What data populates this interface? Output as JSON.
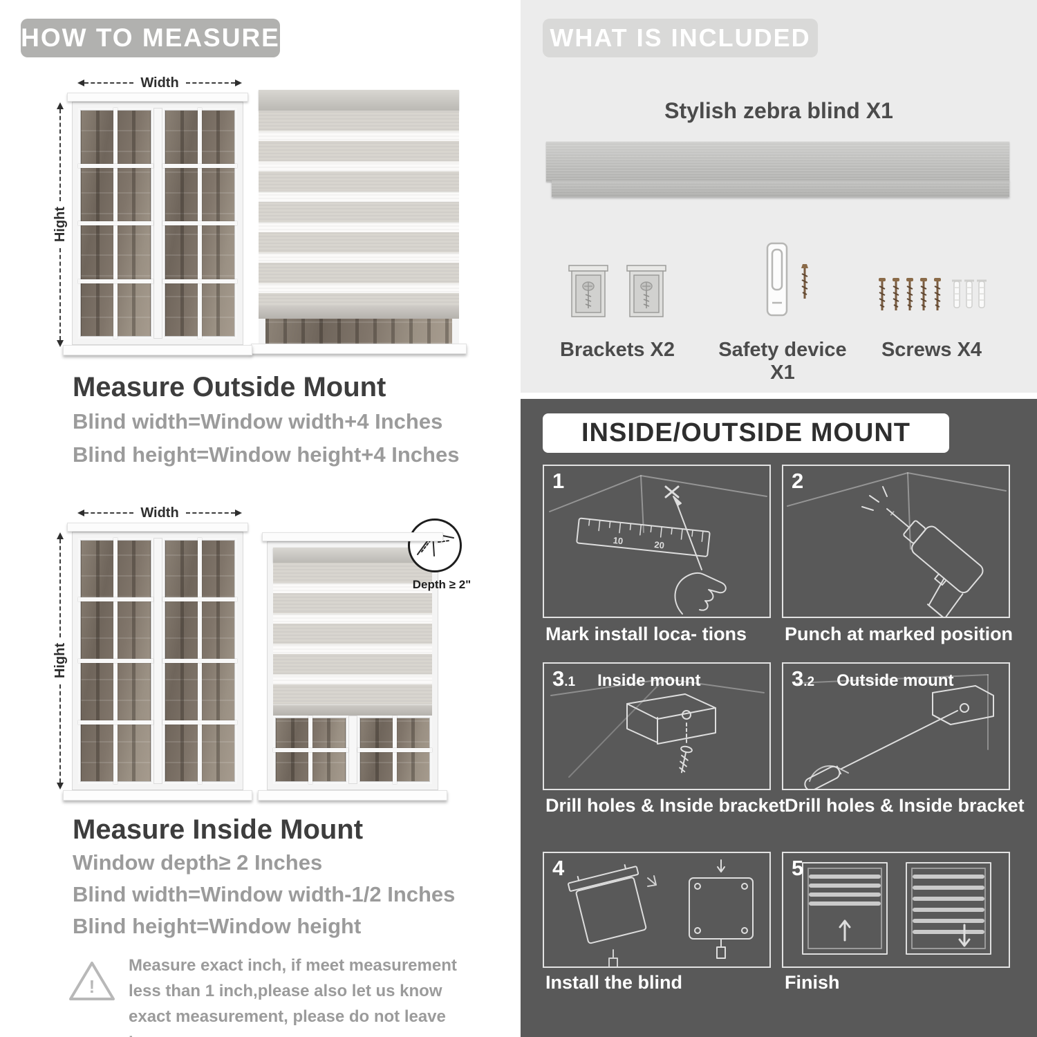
{
  "colors": {
    "badge_gray": "#b1b1af",
    "badge_light": "#d9d9d8",
    "light_section_bg": "#ececec",
    "dark_section_bg": "#595959",
    "heading_text": "#3d3d3d",
    "body_text": "#9b9b9b",
    "caption_text": "#ffffff"
  },
  "left": {
    "header": "HOW TO MEASURE",
    "outside": {
      "width_label": "Width",
      "height_label": "Hight",
      "heading": "Measure Outside Mount",
      "lines": [
        "Blind width=Window width+4 Inches",
        "Blind height=Window height+4 Inches"
      ]
    },
    "inside": {
      "width_label": "Width",
      "height_label": "Hight",
      "depth_label": "Depth ≥ 2\"",
      "heading": "Measure Inside Mount",
      "lines": [
        "Window depth≥ 2 Inches",
        "Blind width=Window width-1/2 Inches",
        "Blind height=Window height"
      ]
    },
    "warning_mark": "!",
    "warning_text": "Measure exact inch, if meet measurement less than 1 inch,please also let us know exact measurement, please do not leave it"
  },
  "right": {
    "included": {
      "header": "WHAT IS INCLUDED",
      "blind_label": "Stylish zebra blind X1",
      "items": [
        {
          "label": "Brackets X2"
        },
        {
          "label": "Safety device X1"
        },
        {
          "label": "Screws X4"
        }
      ]
    },
    "mount": {
      "header": "INSIDE/OUTSIDE MOUNT",
      "ruler": {
        "m1": "10",
        "m2": "20"
      },
      "steps": [
        {
          "num": "1",
          "caption": "Mark install loca- tions"
        },
        {
          "num": "2",
          "caption": "Punch at  marked position"
        },
        {
          "num": "3",
          "sub": ".1",
          "title": "Inside mount",
          "caption": "Drill holes &  Inside bracket"
        },
        {
          "num": "3",
          "sub": ".2",
          "title": "Outside mount",
          "caption": "Drill holes &  Inside bracket"
        },
        {
          "num": "4",
          "caption": "Install the blind"
        },
        {
          "num": "5",
          "caption": "Finish"
        }
      ]
    }
  }
}
